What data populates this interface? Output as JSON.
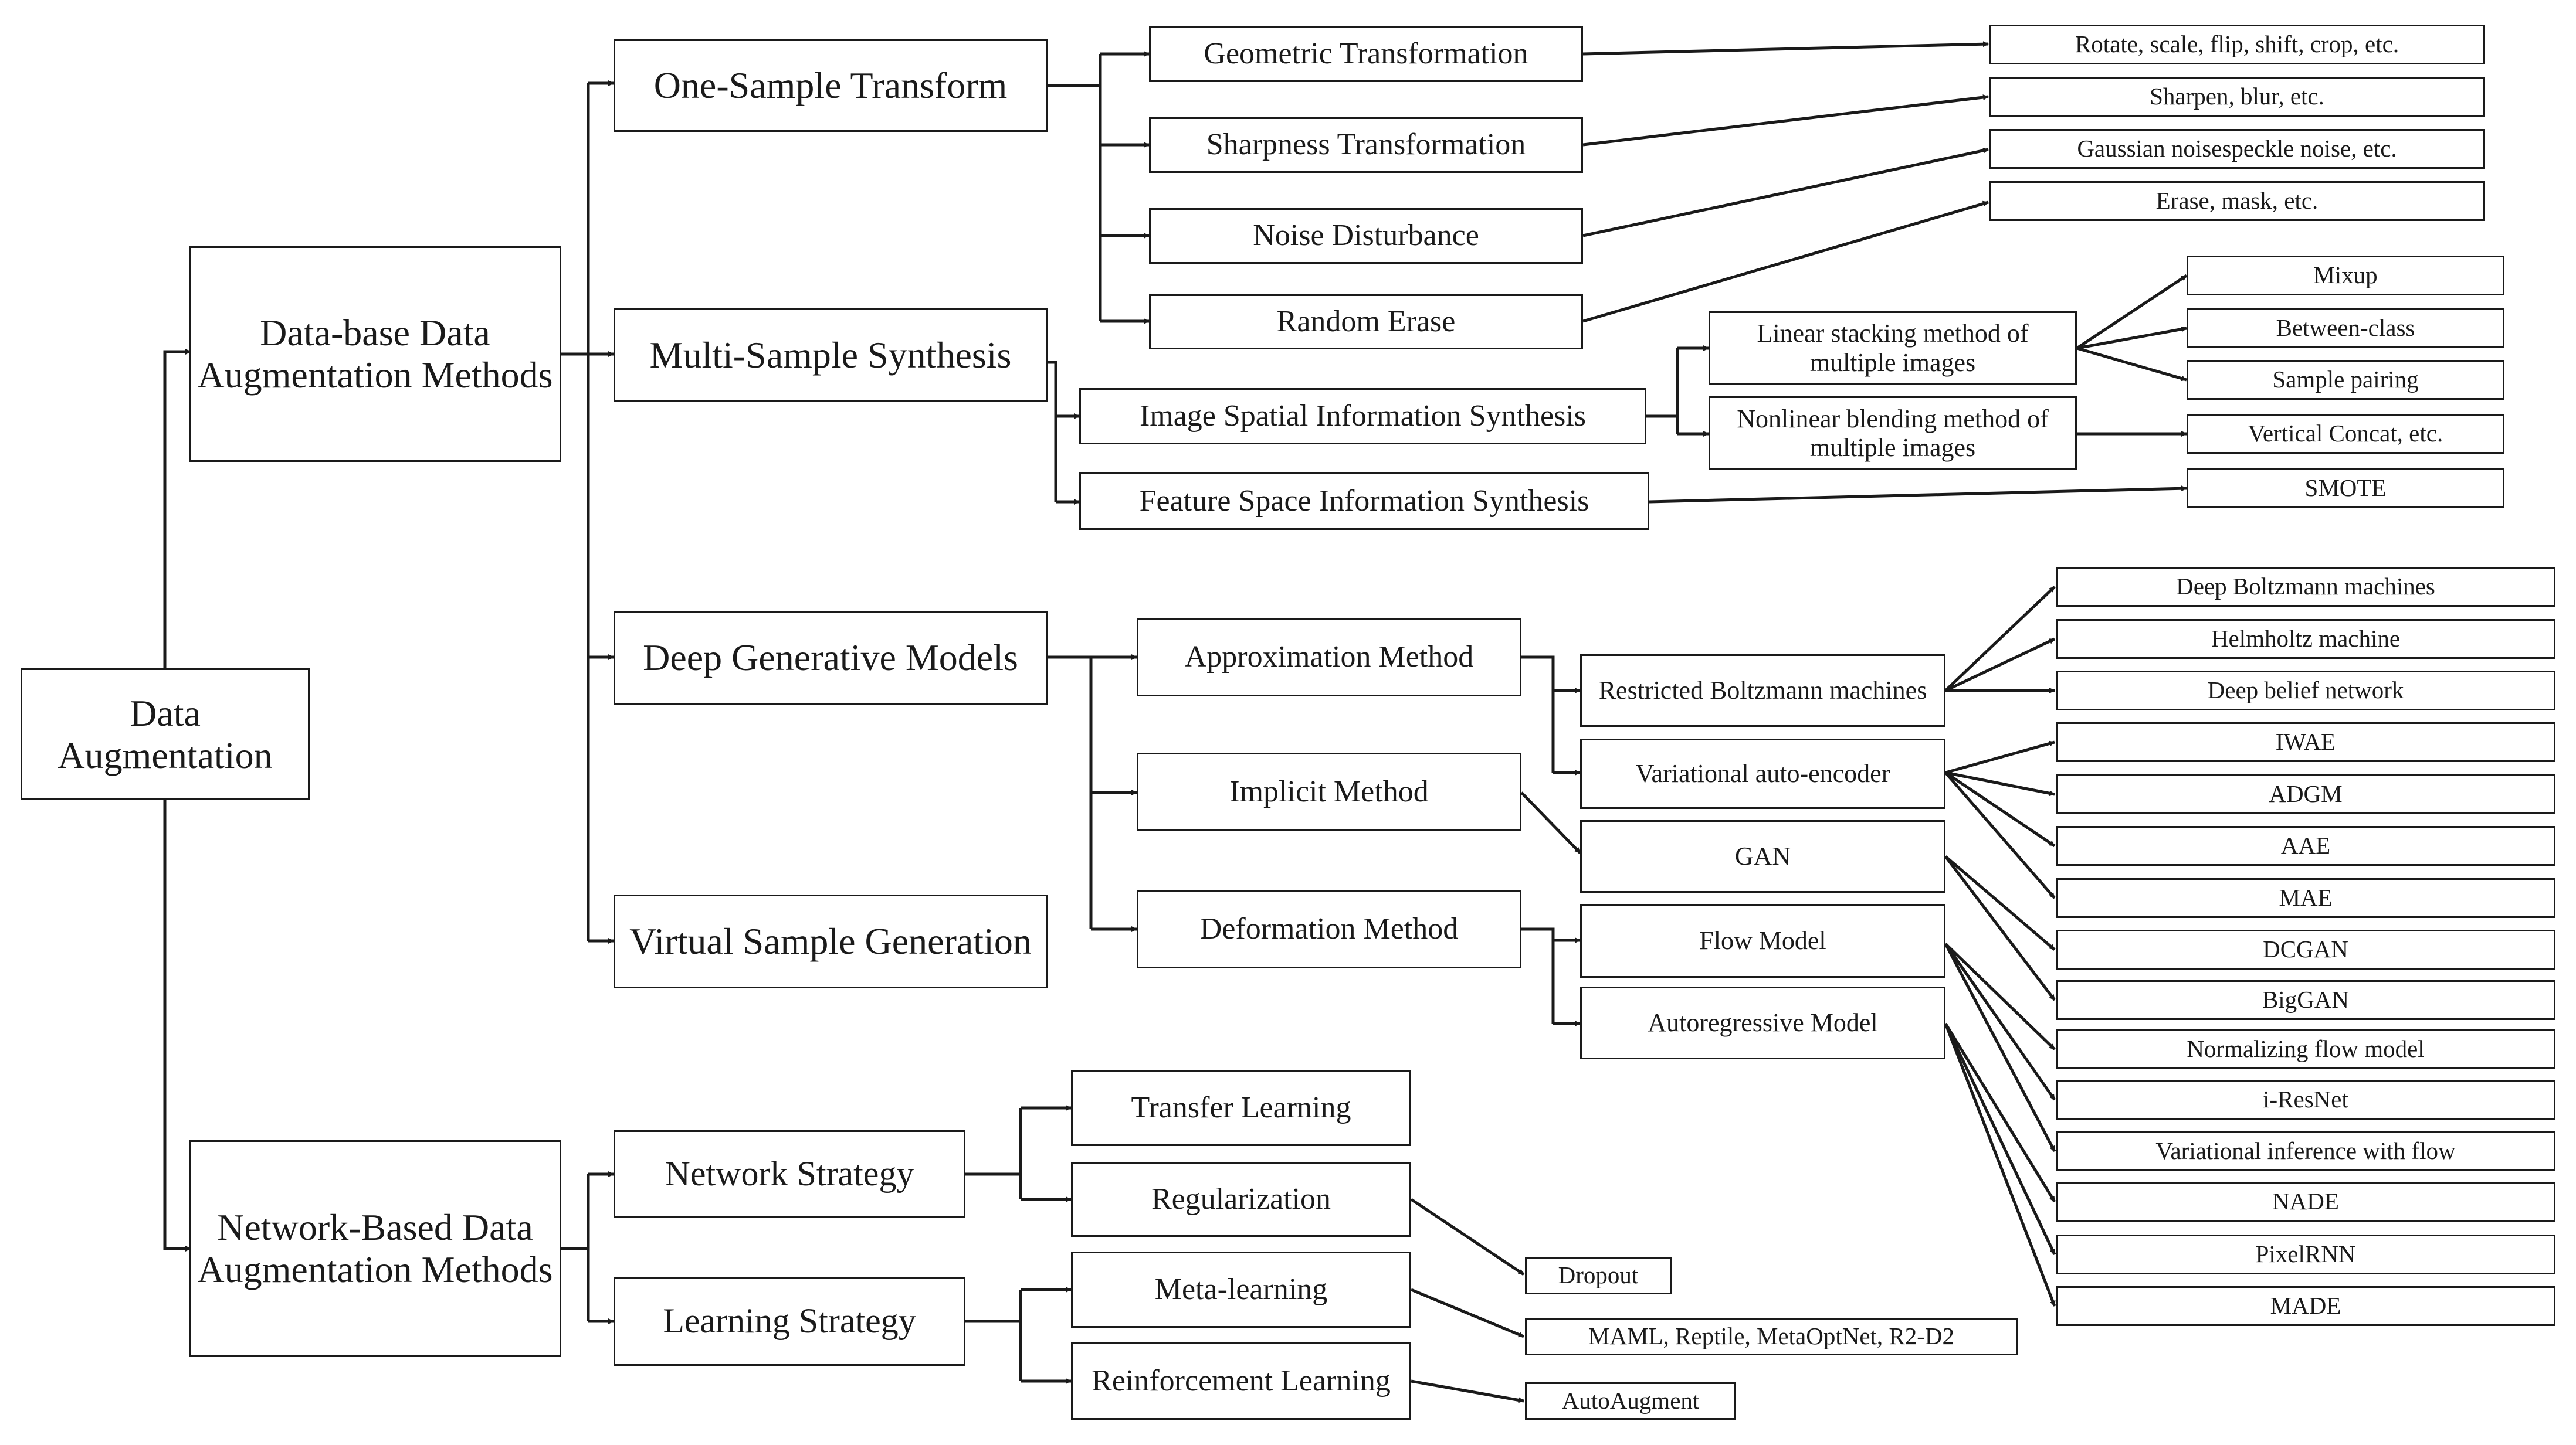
{
  "diagram": {
    "nodes": {
      "data_augmentation": "Data Augmentation",
      "database_methods": "Data-base Data Augmentation Methods",
      "network_methods": "Network-Based Data Augmentation Methods",
      "one_sample": "One-Sample Transform",
      "multi_sample": "Multi-Sample Synthesis",
      "deep_generative": "Deep Generative Models",
      "virtual_sample": "Virtual Sample Generation",
      "geometric": "Geometric  Transformation",
      "sharpness": "Sharpness  Transformation",
      "noise": "Noise  Disturbance",
      "random_erase": "Random  Erase",
      "rotate": "Rotate, scale, flip, shift, crop, etc.",
      "sharpen": "Sharpen, blur, etc.",
      "gaussian": "Gaussian noisespeckle noise, etc.",
      "erase_mask": "Erase, mask, etc.",
      "image_spatial": "Image  Spatial  Information  Synthesis",
      "feature_space": "Feature  Space  Information  Synthesis",
      "linear_stacking": "Linear stacking method of multiple images",
      "nonlinear_blending": "Nonlinear blending method of multiple images",
      "mixup": "Mixup",
      "between_class": "Between-class",
      "sample_pairing": "Sample pairing",
      "vertical_concat": "Vertical Concat, etc.",
      "smote": "SMOTE",
      "approximation": "Approximation  Method",
      "implicit": "Implicit  Method",
      "deformation": "Deformation  Method",
      "rbm": "Restricted Boltzmann machines",
      "vae": "Variational auto-encoder",
      "gan": "GAN",
      "flow_model": "Flow Model",
      "autoregressive": "Autoregressive Model",
      "deep_boltzmann": "Deep  Boltzmann machines",
      "helmholtz": "Helmholtz  machine",
      "deep_belief": "Deep  belief  network",
      "iwae": "IWAE",
      "adgm": "ADGM",
      "aae": "AAE",
      "mae": "MAE",
      "dcgan": "DCGAN",
      "biggan": "BigGAN",
      "normalizing_flow": "Normalizing flow model",
      "iresnet": "i-ResNet",
      "variational_inference_flow": "Variational inference with flow",
      "nade": "NADE",
      "pixelrnn": "PixelRNN",
      "made": "MADE",
      "network_strategy": "Network Strategy",
      "learning_strategy": "Learning Strategy",
      "transfer_learning": "Transfer  Learning",
      "regularization": "Regularization",
      "meta_learning": "Meta-learning",
      "reinforcement_learning": "Reinforcement Learning",
      "dropout": "Dropout",
      "maml": "MAML,  Reptile,  MetaOptNet,  R2-D2",
      "autoaugment": "AutoAugment"
    }
  }
}
